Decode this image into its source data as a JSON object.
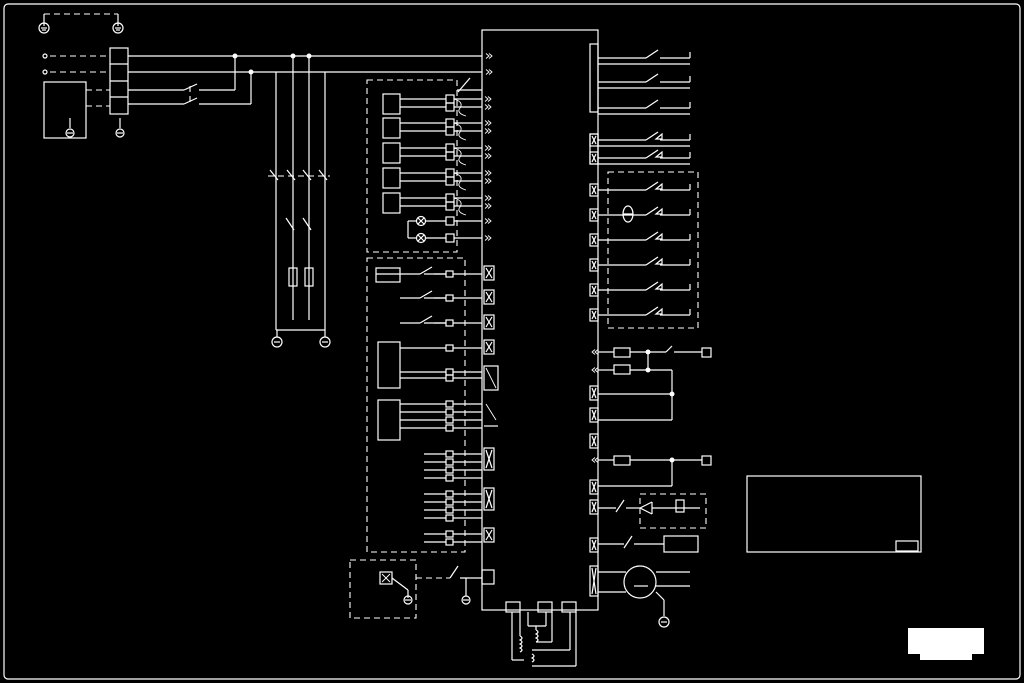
{
  "diagram": {
    "kind": "electrical wiring schematic",
    "line_color": "#ffffff",
    "background": "#000000",
    "components": {
      "ground_symbols": "ground-icon",
      "switch_contacts": "switch-icon",
      "indicator_lamps": "lamp-icon",
      "fuses": "fuse-icon",
      "motor": "motor-icon",
      "title_block": "title-block",
      "legend_badge": "legend-badge"
    },
    "left_relay_count": 5,
    "right_switch_count": 11
  }
}
